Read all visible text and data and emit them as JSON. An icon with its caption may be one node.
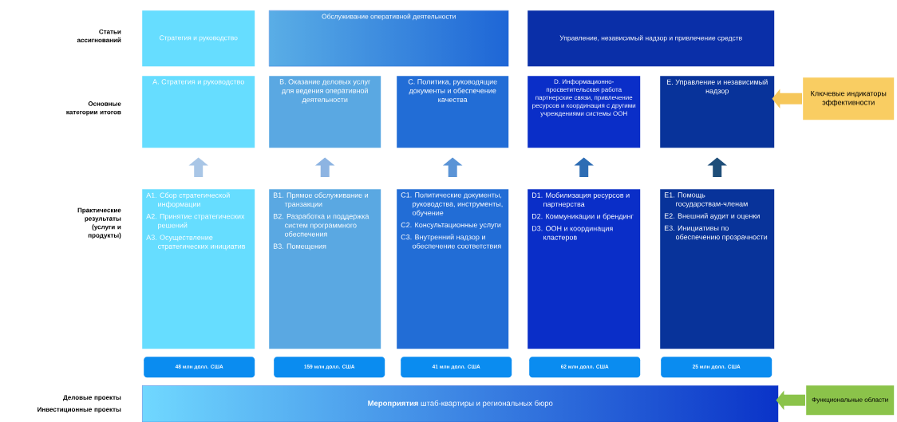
{
  "diagram": {
    "nodes": [
      {
        "text": [
          "Стратегия и руководство"
        ]
      },
      {
        "text": [
          "Обслуживание оперативной деятельности"
        ]
      },
      {
        "text": [
          "Управление, независимый надзор и привлечение средств"
        ]
      },
      {
        "text": [
          "A. Стратегия и руководство"
        ]
      },
      {
        "text": [
          "B. Оказание деловых услуг для ведения оперативной деятельности"
        ]
      },
      {
        "text": [
          "C. Политика, руководящие документы и обеспечение качества"
        ]
      },
      {
        "text": [
          "D. Информационно-просветительская работа партнерские связи, привлечение ресурсов и координация с другими учреждениями системы ООН"
        ]
      },
      {
        "text": [
          "E. Управление и независимый надзор"
        ]
      },
      {
        "text": [
          "Ключевые индикаторы эффективности"
        ]
      },
      {
        "text": [
          "A1. Сбор стратегической информации",
          "A2. Принятие стратегических решений",
          "A3. Осуществление стратегических инициатив"
        ]
      },
      {
        "text": [
          "B1. Прямое обслуживание и транзакции",
          "B2. Разработка и поддержка систем программного обеспечения",
          "B3. Помещения"
        ]
      },
      {
        "text": [
          "C1. Политические документы, руководства, инструменты, обучение",
          "C2. Консультационные услуги",
          "C3. Внутренний надзор и обеспечение соответствия"
        ]
      },
      {
        "text": [
          "D1. Мобилизация ресурсов и партнерства",
          "D2. Коммуникации и брендинг",
          "D3. ООН и координация кластеров"
        ]
      },
      {
        "text": [
          "E1. Помощь государствам-членам",
          "E2. Внешний аудит и оценки",
          "E3. Инициативы по обеспечению прозрачности"
        ]
      },
      {
        "text": [
          "48 млн долл. США"
        ]
      },
      {
        "text": [
          "159 млн долл. США"
        ]
      },
      {
        "text": [
          "41 млн долл. США"
        ]
      },
      {
        "text": [
          "62 млн долл. США"
        ]
      },
      {
        "text": [
          "25 млн долл. США"
        ]
      },
      {
        "text": [
          "**Мероприятия** штаб-квартиры и региональных бюро"
        ]
      },
      {
        "text": [
          "Функциональные области"
        ]
      }
    ],
    "edges": [
      {
        "from": 9,
        "to": 3,
        "arrow": "to",
        "color": "#a9c6e6"
      },
      {
        "from": 10,
        "to": 4,
        "arrow": "to",
        "color": "#8db4e2"
      },
      {
        "from": 11,
        "to": 5,
        "arrow": "to",
        "color": "#5b94d6"
      },
      {
        "from": 12,
        "to": 6,
        "arrow": "to",
        "color": "#2e6db4"
      },
      {
        "from": 13,
        "to": 7,
        "arrow": "to",
        "color": "#1f4e79"
      },
      {
        "from": 8,
        "to": 7,
        "arrow": "to",
        "color": "#f6c75a"
      },
      {
        "from": 20,
        "to": 19,
        "arrow": "to",
        "color": "#8bc34a"
      }
    ],
    "labels": [
      "Статьи ассигнований",
      "Основные категории итогов",
      "Практические результаты (услуги и продукты)",
      "Деловые проекты",
      "Инвестиционные проекты"
    ]
  }
}
